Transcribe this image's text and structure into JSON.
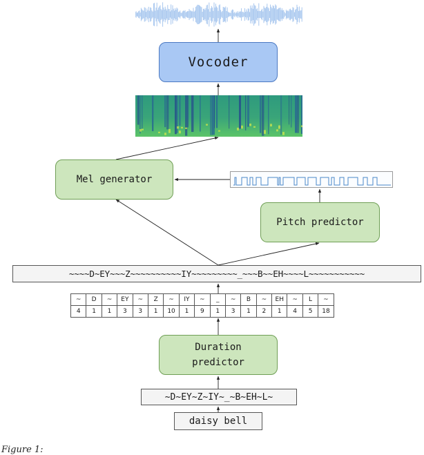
{
  "nodes": {
    "vocoder": "Vocoder",
    "mel_generator": "Mel generator",
    "pitch_predictor": "Pitch predictor",
    "duration_predictor": [
      "Duration",
      "predictor"
    ]
  },
  "expanded_sequence": "~~~~D~EY~~~Z~~~~~~~~~~IY~~~~~~~~~_~~~B~~EH~~~~L~~~~~~~~~~~",
  "phoneme_sequence": "~D~EY~Z~IY~_~B~EH~L~",
  "input_text": "daisy bell",
  "tokens": [
    "~",
    "D",
    "~",
    "EY",
    "~",
    "Z",
    "~",
    "IY",
    "~",
    "_",
    "~",
    "B",
    "~",
    "EH",
    "~",
    "L",
    "~"
  ],
  "durations": [
    "4",
    "1",
    "1",
    "3",
    "3",
    "1",
    "10",
    "1",
    "9",
    "1",
    "3",
    "1",
    "2",
    "1",
    "4",
    "5",
    "18"
  ],
  "caption": "Figure 1:"
}
